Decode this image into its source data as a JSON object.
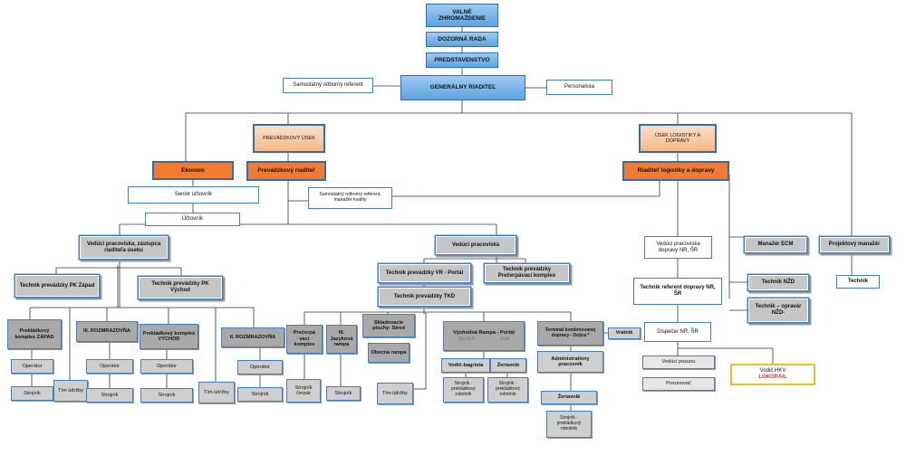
{
  "nodes": {
    "valne": "VALNÉ ZHROMAŽDENIE",
    "dozorna": "DOZORNÁ RADA",
    "predstavenstvo": "PREDSTAVENSTVO",
    "generalny": "GENERÁLNY   RIADITEĽ",
    "samostatny_ref": "Samostatný odborný referent",
    "personalista": "Personalista",
    "prevadzkovy_usek": "PREVÁDZKOVÝ ÚSEK",
    "usek_logistiky": "ÚSEK LOGISTIKY A DOPRAVY",
    "ekonom": "Ekonóm",
    "prevadzkovy_riaditel": "Prevádzkový riaditeľ",
    "riaditel_logistiky": "Riaditeľ logistiky a dopravy",
    "senior_uctovnik": "Senior účtovník",
    "samostatny_manazer": "Samostatný odborný referent, manažér kvality",
    "uctovnik": "Účtovník",
    "veduci_zastupca": "Vedúci pracoviska, zástupca riaditeľa úseku",
    "veduci_pracoviska": "Vedúci pracoviska",
    "veduci_doprava": "Vedúci pracoviska dopravy NR, ŠR",
    "manazer_ecm": "Manažér ECM",
    "projektovy_manazer": "Projektový manažér",
    "technik_zapad": "Technik prevádzky PK Západ",
    "technik_vychod": "Technik prevádzky PK Východ",
    "technik_vr": "Technik prevádzky VR - Portál",
    "technik_precerpavaci": "Technik prevádzky Prečerpávací komplex",
    "technik_tkd": "Technik prevádzky TKD",
    "technik_ref_doprava": "Technik referent dopravy NR, ŠR",
    "technik_nzd": "Technik NŽD",
    "technik_opravar": "Technik – opravár NŽD-",
    "technik": "Technik",
    "prekl_zapad": "Prekládkový komplex ZÁPAD",
    "rozmrazovna3": "III. ROZMRAZOVŇA",
    "prekl_vychod": "Prekládkový komplex VÝCHOD",
    "rozmrazovna2": "II. ROZMRAZOVŇA",
    "precerpavaci": "Prečerpá vací komplex",
    "jazykova": "III. Jazyková rampa",
    "skladovacie": "Skladovacie plochy- Stred",
    "obecna": "Obecná rampa",
    "vychodna_rampa": "Východná Rampa - Portál",
    "sever": "SEVER",
    "juh": "JUH",
    "terminal": "Terminál kombinovanej dopravy - Dobra *",
    "vratnik": "Vrátnik",
    "dispecer": "Dispečer NR, ŠR",
    "operator1": "Operátor",
    "operator2": "Operátor",
    "operator3": "Operátor",
    "operator4": "Operátor",
    "strojnik1": "Strojník",
    "strojnik2": "Strojník",
    "strojnik3": "Strojník",
    "strojnik4": "Strojník",
    "tim1": "Tím údržby",
    "tim2": "Tím údržby",
    "tim3": "Tím údržby",
    "strojnik_cerpar": "Strojník čerpár",
    "strojnik_jaz": "Strojník",
    "vodic_bagrista": "Vodič-bagrista",
    "zeriavnik1": "Žeriavnik",
    "strojnik_prekl1": "Strojník - prekládkový robotník",
    "strojnik_prekl2": "Strojník - prekládkový robotník",
    "administrativny": "Administratívny pracovník",
    "zeriavnik2": "Žeriavnik",
    "strojnik_prekl3": "Strojník - prekládkový robotník",
    "veduci_posunu": "Vedúci posunu",
    "posunovac": "Posunovač",
    "vodic_hkv": "Vodič HKV",
    "lokorail": "LOKORAIL"
  }
}
